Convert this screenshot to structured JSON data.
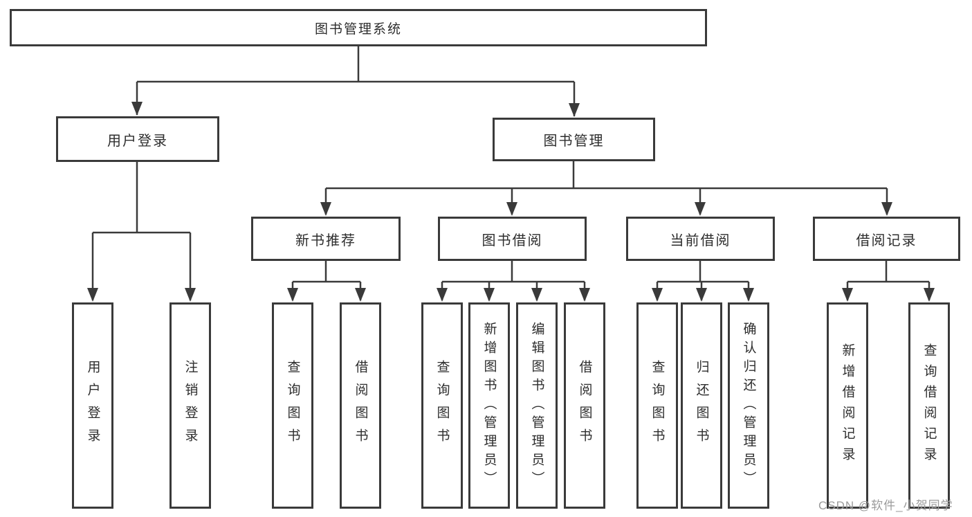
{
  "diagram": {
    "root": {
      "label": "图书管理系统"
    },
    "level2": [
      {
        "label": "用户登录"
      },
      {
        "label": "图书管理"
      }
    ],
    "level3": [
      {
        "label": "新书推荐",
        "parent": "图书管理"
      },
      {
        "label": "图书借阅",
        "parent": "图书管理"
      },
      {
        "label": "当前借阅",
        "parent": "图书管理"
      },
      {
        "label": "借阅记录",
        "parent": "图书管理"
      }
    ],
    "leaves": [
      {
        "label": "用户登录",
        "parent": "用户登录"
      },
      {
        "label": "注销登录",
        "parent": "用户登录"
      },
      {
        "label": "查询图书",
        "parent": "新书推荐"
      },
      {
        "label": "借阅图书",
        "parent": "新书推荐"
      },
      {
        "label": "查询图书",
        "parent": "图书借阅"
      },
      {
        "label": "新增图书（管理员）",
        "parent": "图书借阅"
      },
      {
        "label": "编辑图书（管理员）",
        "parent": "图书借阅"
      },
      {
        "label": "借阅图书",
        "parent": "图书借阅"
      },
      {
        "label": "查询图书",
        "parent": "当前借阅"
      },
      {
        "label": "归还图书",
        "parent": "当前借阅"
      },
      {
        "label": "确认归还（管理员）",
        "parent": "当前借阅"
      },
      {
        "label": "新增借阅记录",
        "parent": "借阅记录"
      },
      {
        "label": "查询借阅记录",
        "parent": "借阅记录"
      }
    ],
    "watermark": "CSDN @软件_小贺同学",
    "colors": {
      "line": "#3a3a3a",
      "text": "#2d2d2d",
      "watermark": "#9b9b9b",
      "background": "#ffffff"
    }
  }
}
